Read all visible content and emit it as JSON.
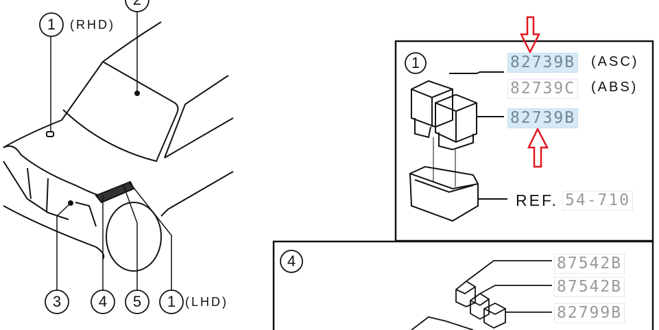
{
  "overview": {
    "callouts": [
      {
        "number": "1",
        "note": "(RHD)"
      },
      {
        "number": "2"
      },
      {
        "number": "3"
      },
      {
        "number": "4"
      },
      {
        "number": "5"
      },
      {
        "number": "1",
        "note": "(LHD)"
      }
    ]
  },
  "detail_1": {
    "callout": "1",
    "parts": [
      {
        "part_number": "82739B",
        "note": "(ASC)",
        "highlighted": true
      },
      {
        "part_number": "82739C",
        "note": "(ABS)",
        "highlighted": false
      },
      {
        "part_number": "82739B",
        "highlighted": true
      }
    ],
    "ref_label": "REF.",
    "ref_number": "54-710"
  },
  "detail_4": {
    "callout": "4",
    "parts": [
      {
        "part_number": "87542B"
      },
      {
        "part_number": "87542B"
      },
      {
        "part_number": "82799B"
      }
    ]
  },
  "colors": {
    "highlight": "#d6e9f5",
    "arrow": "#e0141e",
    "line": "#111111"
  }
}
